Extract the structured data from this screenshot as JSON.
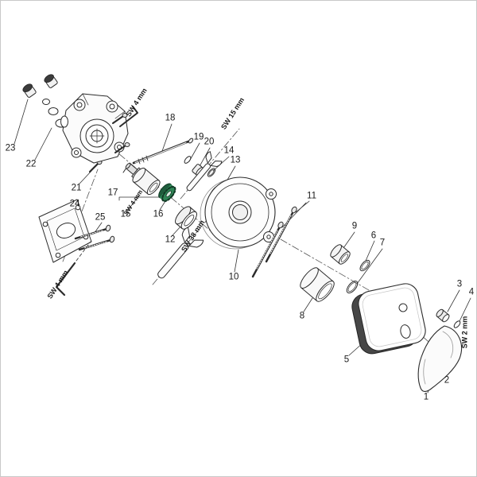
{
  "page": {
    "background": "#ffffff",
    "border_color": "#c9c9c9"
  },
  "diagram": {
    "type": "exploded-parts-diagram",
    "line_color": "#2b2b2b",
    "green_part_color": "#2f8556",
    "callouts": [
      {
        "label": "1"
      },
      {
        "label": "2"
      },
      {
        "label": "3"
      },
      {
        "label": "4"
      },
      {
        "label": "5"
      },
      {
        "label": "6"
      },
      {
        "label": "7"
      },
      {
        "label": "8"
      },
      {
        "label": "9"
      },
      {
        "label": "10"
      },
      {
        "label": "11"
      },
      {
        "label": "12"
      },
      {
        "label": "13"
      },
      {
        "label": "14"
      },
      {
        "label": "15"
      },
      {
        "label": "16"
      },
      {
        "label": "17"
      },
      {
        "label": "18"
      },
      {
        "label": "19"
      },
      {
        "label": "20"
      },
      {
        "label": "21"
      },
      {
        "label": "22"
      },
      {
        "label": "23"
      },
      {
        "label": "24"
      },
      {
        "label": "25"
      }
    ],
    "tool_labels": [
      {
        "text": "SW 4 mm"
      },
      {
        "text": "SW 15 mm"
      },
      {
        "text": "SW 4 mm"
      },
      {
        "text": "SW 38 mm"
      },
      {
        "text": "SW 4 mm"
      },
      {
        "text": "SW 2 mm"
      }
    ]
  }
}
